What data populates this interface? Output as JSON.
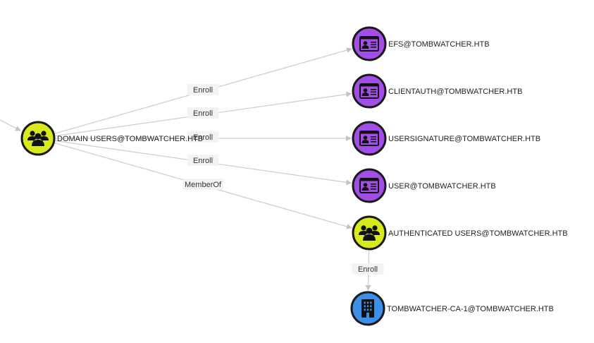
{
  "colors": {
    "group": "#d8ea1d",
    "certificate_template": "#a24ee8",
    "enterprise_ca": "#3d8ee6"
  },
  "nodes": [
    {
      "id": "domain_users",
      "label": "DOMAIN USERS@TOMBWATCHER.HTB",
      "kind": "group",
      "icon": "users-group-icon"
    },
    {
      "id": "efs",
      "label": "EFS@TOMBWATCHER.HTB",
      "kind": "certificate_template",
      "icon": "id-card-icon"
    },
    {
      "id": "clientauth",
      "label": "CLIENTAUTH@TOMBWATCHER.HTB",
      "kind": "certificate_template",
      "icon": "id-card-icon"
    },
    {
      "id": "usersignature",
      "label": "USERSIGNATURE@TOMBWATCHER.HTB",
      "kind": "certificate_template",
      "icon": "id-card-icon"
    },
    {
      "id": "user",
      "label": "USER@TOMBWATCHER.HTB",
      "kind": "certificate_template",
      "icon": "id-card-icon"
    },
    {
      "id": "authenticated_users",
      "label": "AUTHENTICATED USERS@TOMBWATCHER.HTB",
      "kind": "group",
      "icon": "users-group-icon"
    },
    {
      "id": "ca",
      "label": "TOMBWATCHER-CA-1@TOMBWATCHER.HTB",
      "kind": "enterprise_ca",
      "icon": "building-icon"
    }
  ],
  "edges": [
    {
      "from": "domain_users",
      "to": "efs",
      "label": "Enroll"
    },
    {
      "from": "domain_users",
      "to": "clientauth",
      "label": "Enroll"
    },
    {
      "from": "domain_users",
      "to": "usersignature",
      "label": "Enroll"
    },
    {
      "from": "domain_users",
      "to": "user",
      "label": "Enroll"
    },
    {
      "from": "domain_users",
      "to": "authenticated_users",
      "label": "MemberOf"
    },
    {
      "from": "authenticated_users",
      "to": "ca",
      "label": "Enroll"
    }
  ]
}
